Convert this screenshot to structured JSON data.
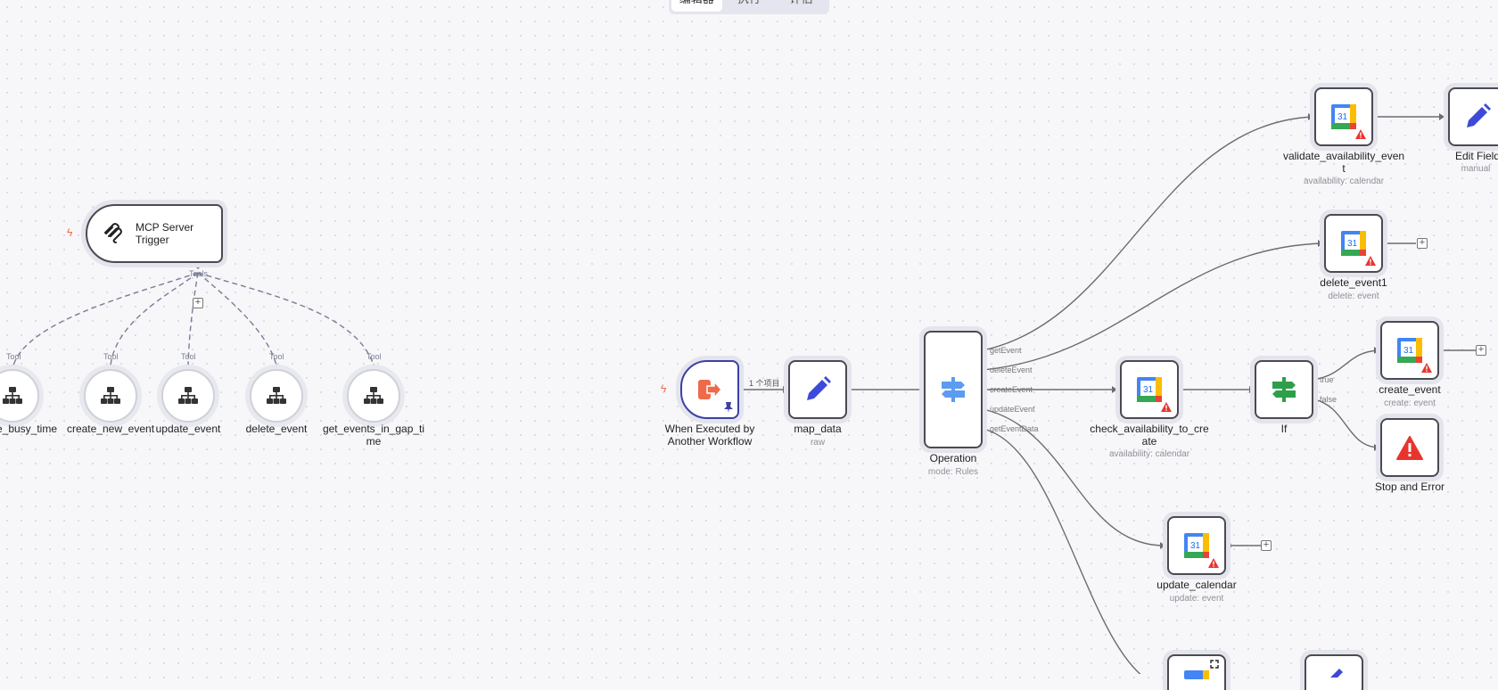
{
  "tabs": [
    {
      "label": "编辑器",
      "active": true
    },
    {
      "label": "执行",
      "active": false
    },
    {
      "label": "评估",
      "active": false
    }
  ],
  "mcp_trigger": {
    "title": "MCP Server\nTrigger",
    "tools_label": "Tools"
  },
  "tools": [
    {
      "name": "e_busy_time",
      "tag": "Tool"
    },
    {
      "name": "create_new_event",
      "tag": "Tool"
    },
    {
      "name": "update_event",
      "tag": "Tool"
    },
    {
      "name": "delete_event",
      "tag": "Tool"
    },
    {
      "name": "get_events_in_gap_ti\nme",
      "tag": "Tool"
    }
  ],
  "nodes": {
    "exec_trigger": {
      "title": "When Executed by\nAnother Workflow"
    },
    "map_data": {
      "title": "map_data",
      "sub": "raw",
      "edge_label": "1 个项目"
    },
    "operation": {
      "title": "Operation",
      "sub": "mode: Rules",
      "ports": [
        "getEvent",
        "deleteEvent",
        "createEvent",
        "updateEvent",
        "getEventData"
      ]
    },
    "validate": {
      "title": "validate_availability_even\nt",
      "sub": "availability: calendar"
    },
    "edit_fields": {
      "title": "Edit Field",
      "sub": "manual"
    },
    "delete_event1": {
      "title": "delete_event1",
      "sub": "delete: event"
    },
    "check_availability": {
      "title": "check_availability_to_cre\nate",
      "sub": "availability: calendar"
    },
    "if_node": {
      "title": "If",
      "ports": [
        "true",
        "false"
      ]
    },
    "create_event": {
      "title": "create_event",
      "sub": "create: event"
    },
    "stop_error": {
      "title": "Stop and Error"
    },
    "update_calendar": {
      "title": "update_calendar",
      "sub": "update: event"
    }
  },
  "calendar_icon_text": "31",
  "colors": {
    "edge": "#6b6b73",
    "tool_edge": "#7a7c9a",
    "warning": "#e8342d",
    "trigger": "#ef6a4a"
  }
}
